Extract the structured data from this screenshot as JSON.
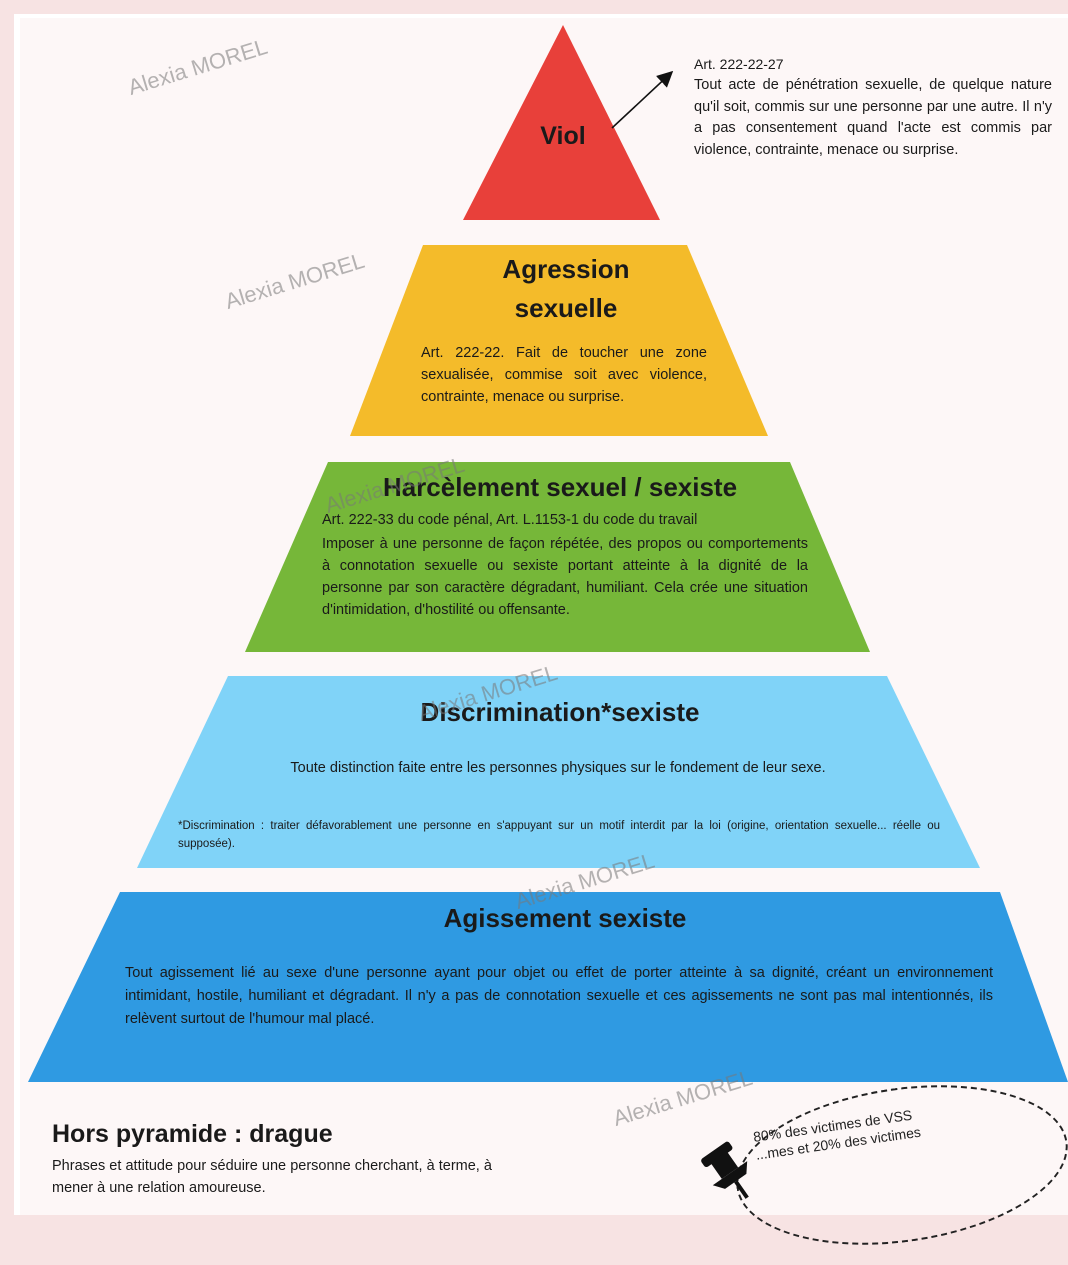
{
  "pyramid": {
    "viol": {
      "title": "Viol",
      "article": "Art. 222-22-27",
      "text": "Tout acte de pénétration sexuelle, de quelque nature qu'il soit, commis sur une personne par une autre. Il n'y a pas consentement quand l'acte est commis par violence, contrainte, menace ou surprise."
    },
    "agression": {
      "title1": "Agression",
      "title2": "sexuelle",
      "text": "Art. 222-22. Fait de toucher une zone sexualisée, commise soit avec violence, contrainte, menace ou surprise."
    },
    "harcelement": {
      "title": "Harcèlement sexuel / sexiste",
      "text_line1": "Art. 222-33 du code pénal, Art. L.1153-1 du code du travail",
      "text": "Imposer à une personne de façon répétée, des propos ou comportements à connotation sexuelle ou sexiste portant atteinte à la dignité de la personne par son caractère dégradant, humiliant. Cela crée une situation d'intimidation, d'hostilité ou offensante."
    },
    "discrimination": {
      "title": "Discrimination*sexiste",
      "text": "Toute distinction faite entre les personnes physiques sur le fondement de leur sexe.",
      "footnote": "*Discrimination : traiter défavorablement une personne en s'appuyant sur un motif interdit par la loi (origine, orientation sexuelle... réelle ou supposée)."
    },
    "agissement": {
      "title": "Agissement sexiste",
      "text": "Tout agissement lié au sexe d'une personne ayant pour objet ou effet de porter atteinte à sa dignité, créant un environnement intimidant, hostile, humiliant et dégradant. Il n'y a pas de connotation sexuelle et ces agissements ne sont pas mal intentionnés, ils relèvent surtout de l'humour mal placé."
    }
  },
  "hors_pyramide": {
    "title": "Hors pyramide : drague",
    "text": "Phrases et attitude pour séduire une personne cherchant, à terme, à mener à une relation amoureuse."
  },
  "note": {
    "line1": "80% des victimes de VSS",
    "line2": "...mes et 20% des victimes"
  },
  "watermark": "Alexia MOREL",
  "colors": {
    "viol": "#e8403a",
    "agression": "#f4bb2a",
    "harcelement": "#76b739",
    "discrimination": "#80d3f8",
    "agissement": "#2f9ae2"
  }
}
